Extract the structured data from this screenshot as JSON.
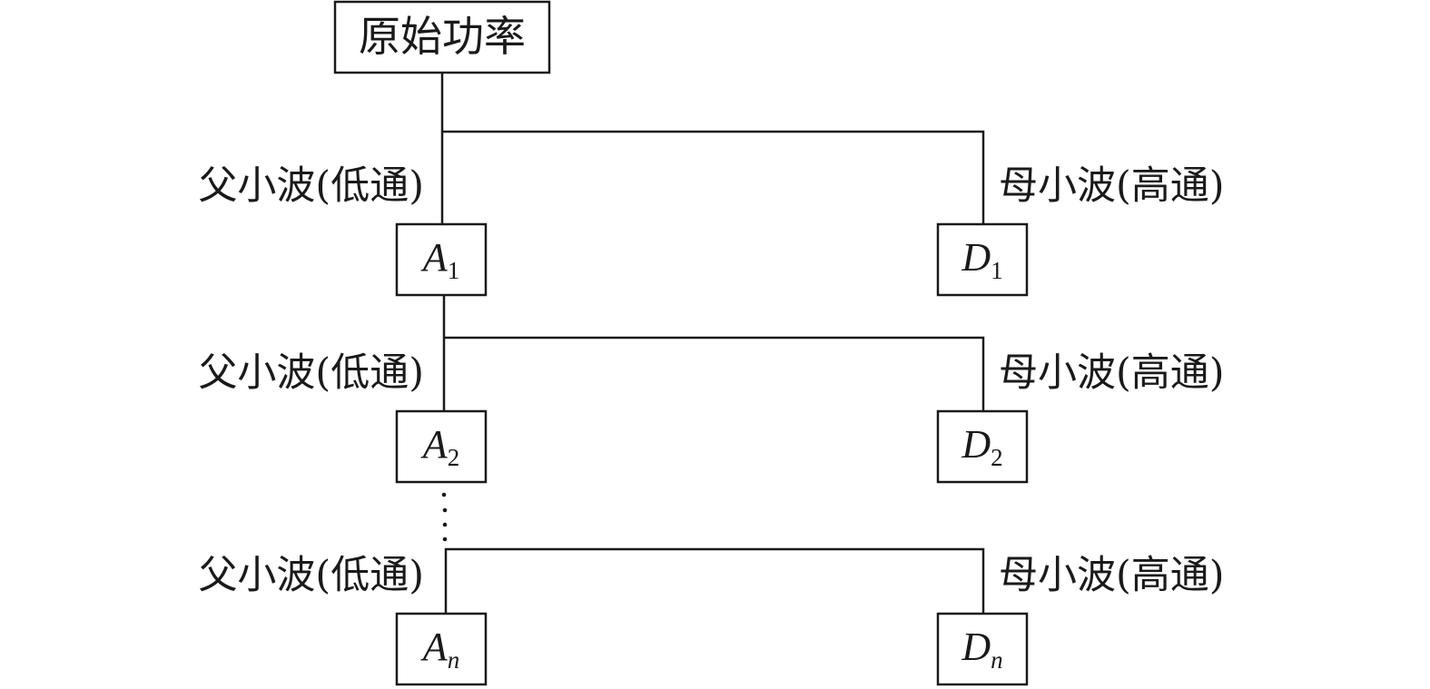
{
  "root": {
    "label": "原始功率"
  },
  "levels": [
    {
      "low_label": "父小波(低通)",
      "high_label": "母小波(高通)",
      "approx": {
        "symbol": "A",
        "sub": "1"
      },
      "detail": {
        "symbol": "D",
        "sub": "1"
      }
    },
    {
      "low_label": "父小波(低通)",
      "high_label": "母小波(高通)",
      "approx": {
        "symbol": "A",
        "sub": "2"
      },
      "detail": {
        "symbol": "D",
        "sub": "2"
      }
    },
    {
      "low_label": "父小波(低通)",
      "high_label": "母小波(高通)",
      "approx": {
        "symbol": "A",
        "sub": "n"
      },
      "detail": {
        "symbol": "D",
        "sub": "n"
      }
    }
  ],
  "colors": {
    "line": "#1a1a1a",
    "background": "#ffffff"
  }
}
